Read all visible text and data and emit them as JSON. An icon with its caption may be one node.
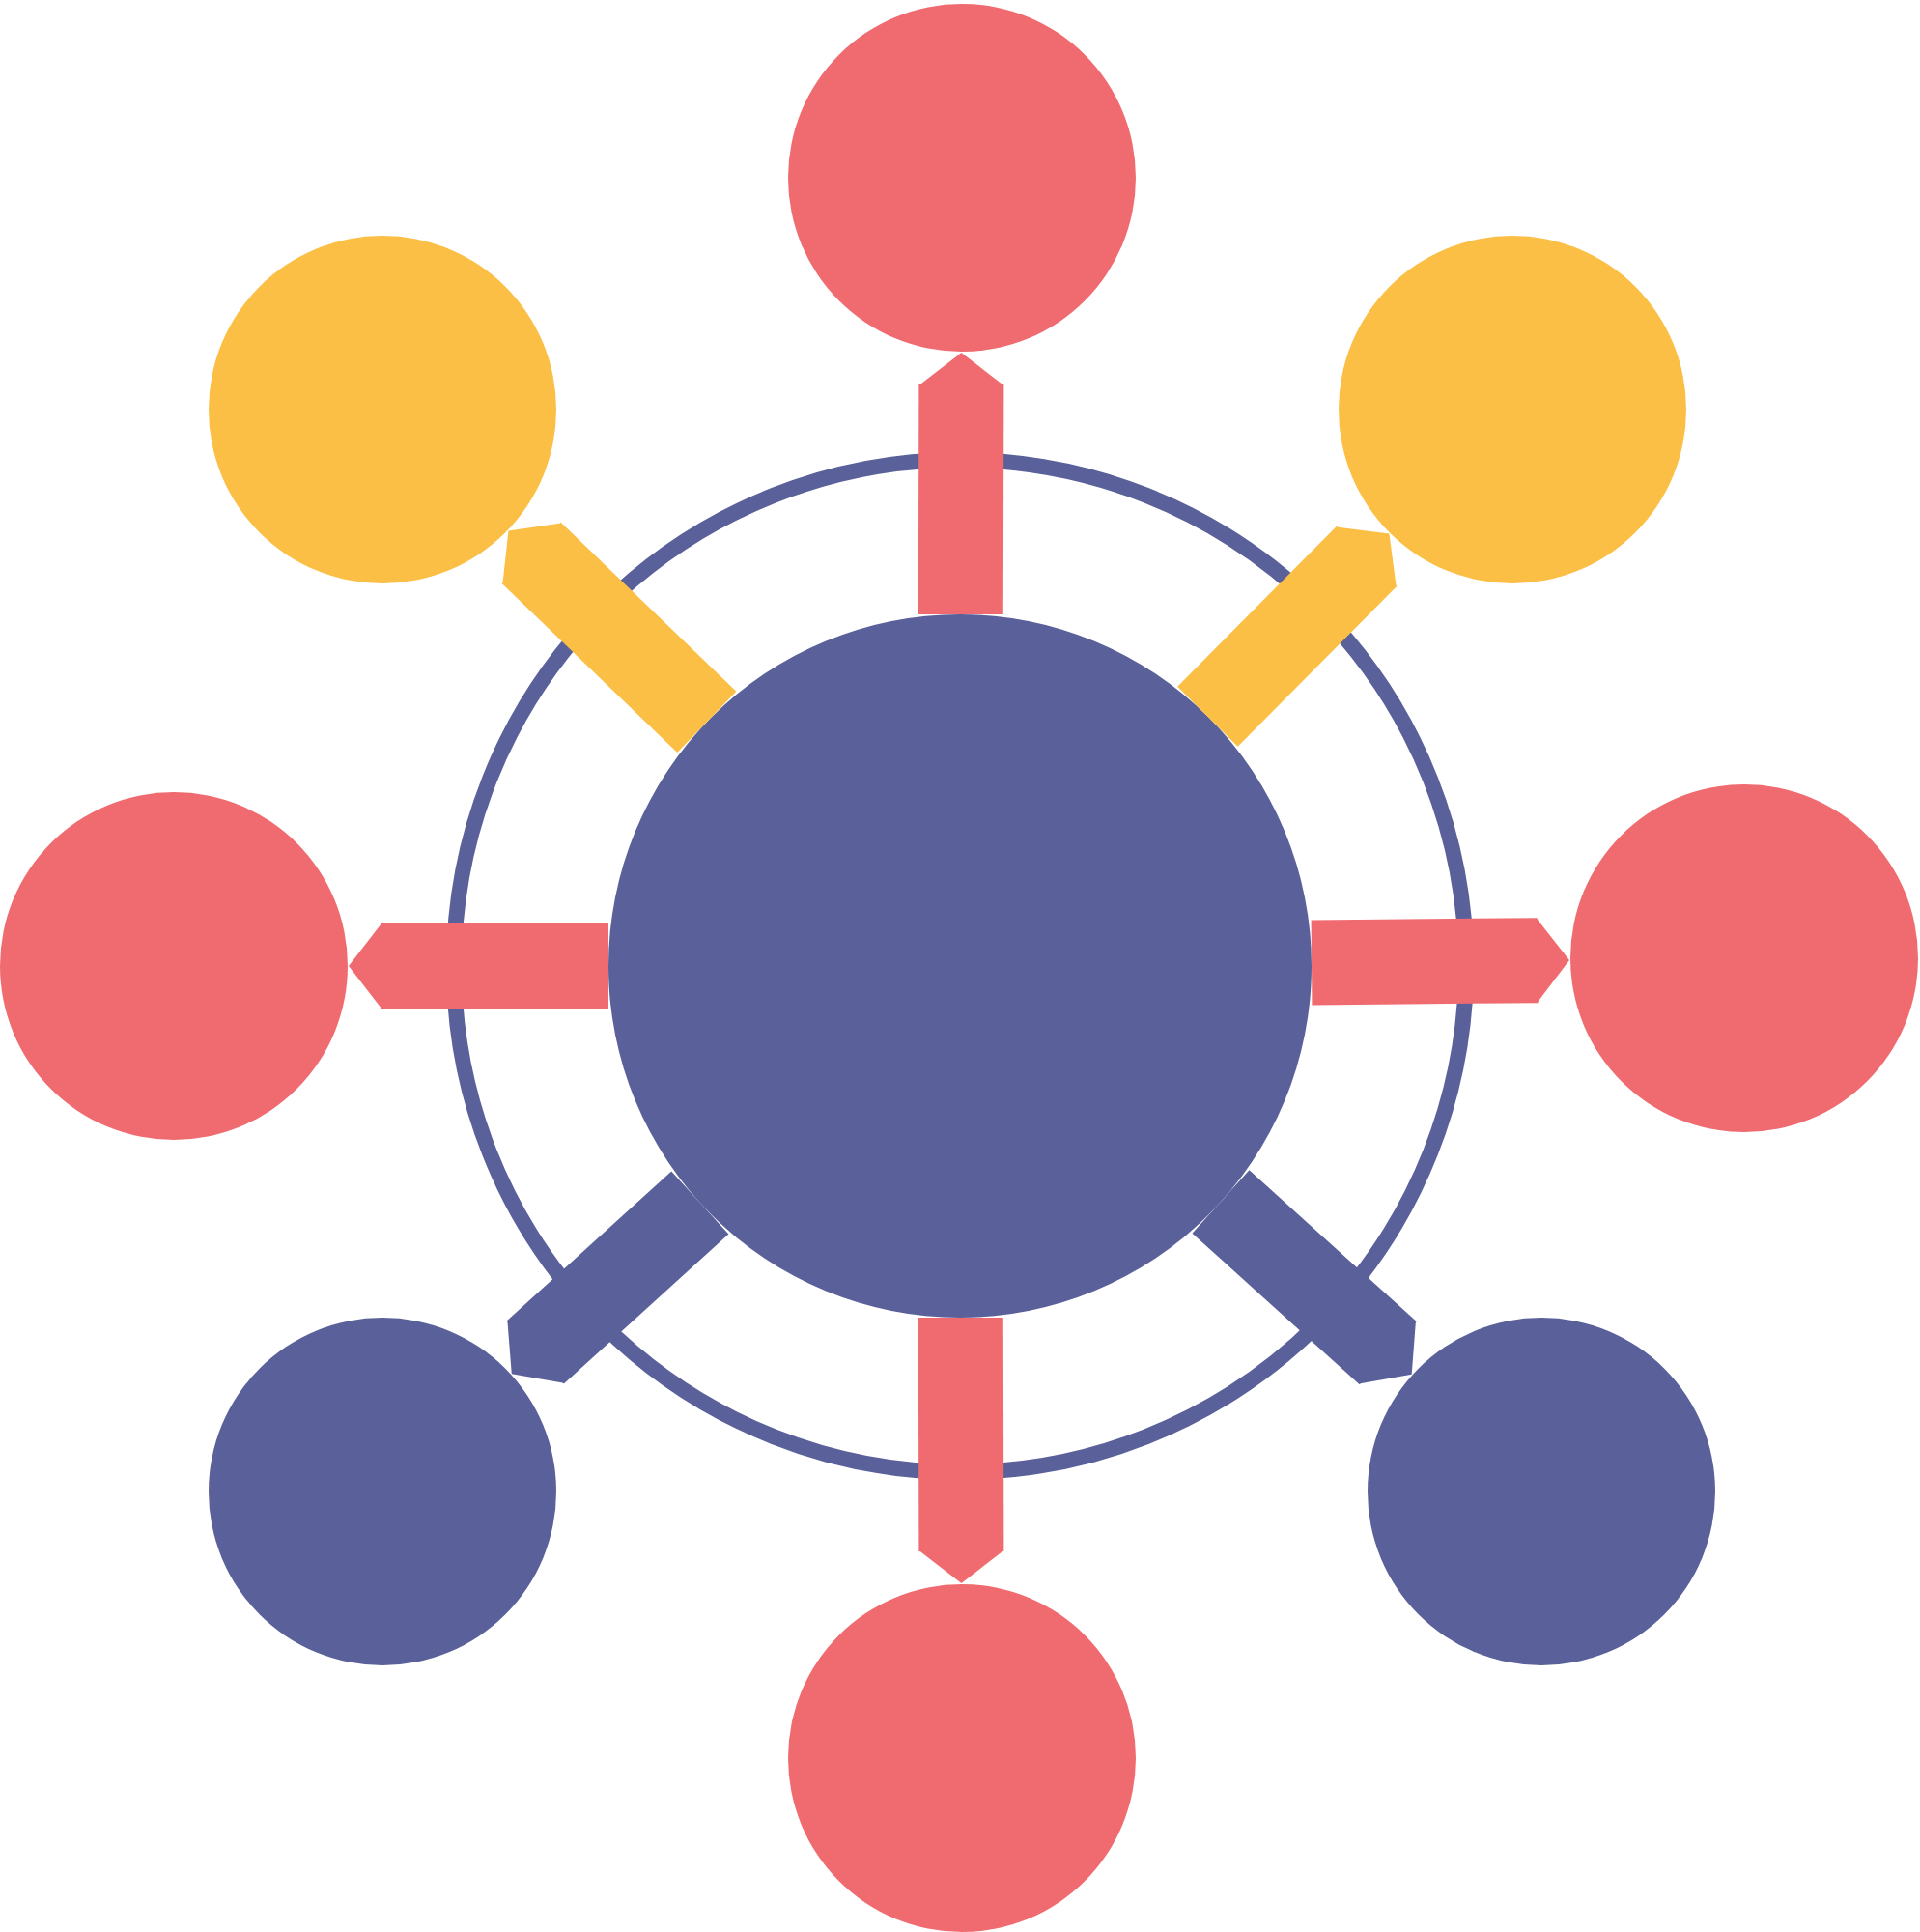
{
  "diagram": {
    "nodes": [
      {
        "text": [],
        "shape": "ring"
      },
      {
        "text": [],
        "shape": "circle",
        "in": 0
      },
      {
        "text": [],
        "shape": "circle"
      },
      {
        "text": [],
        "shape": "circle"
      },
      {
        "text": [],
        "shape": "circle"
      },
      {
        "text": [],
        "shape": "circle"
      },
      {
        "text": [],
        "shape": "circle"
      },
      {
        "text": [],
        "shape": "circle"
      },
      {
        "text": [],
        "shape": "circle"
      },
      {
        "text": [],
        "shape": "circle"
      }
    ],
    "edges": [
      {
        "from": 1,
        "to": 2,
        "arrow": "to"
      },
      {
        "from": 1,
        "to": 3,
        "arrow": "to",
        "color": "#fbbf45"
      },
      {
        "from": 1,
        "to": 4,
        "arrow": "to",
        "color": "#fbbf45"
      },
      {
        "from": 1,
        "to": 5,
        "arrow": "to"
      },
      {
        "from": 1,
        "to": 6,
        "arrow": "to"
      },
      {
        "from": 1,
        "to": 7,
        "arrow": "to",
        "color": "#5a6099"
      },
      {
        "from": 1,
        "to": 8,
        "arrow": "to",
        "color": "#5a6099"
      },
      {
        "from": 1,
        "to": 9,
        "arrow": "to"
      }
    ]
  }
}
